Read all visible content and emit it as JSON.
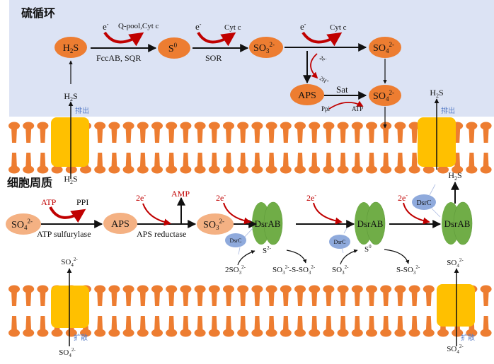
{
  "colors": {
    "top_panel_bg": "#dce3f4",
    "node_dark_orange": "#ed7d31",
    "node_light_orange": "#f4b183",
    "membrane": "#ed7d31",
    "transporter": "#ffc000",
    "dsrab_green": "#70ad47",
    "dsrc_blue": "#8faadc",
    "electron_red": "#c00000",
    "transport_label_blue": "#5b7fc8"
  },
  "sections": {
    "sulfur_cycle_title": "硫循环",
    "periplasm_title": "细胞周质"
  },
  "top": {
    "nodes": {
      "h2s": {
        "base": "H",
        "sub": "2",
        "tail": "S"
      },
      "s0": {
        "base": "S",
        "sup": "0"
      },
      "so3": {
        "base": "SO",
        "sub": "3",
        "sup": "2-"
      },
      "so4_a": {
        "base": "SO",
        "sub": "4",
        "sup": "2-"
      },
      "aps": {
        "base": "APS"
      },
      "so4_b": {
        "base": "SO",
        "sub": "4",
        "sup": "2-"
      }
    },
    "labels": {
      "e1": "e",
      "e1_sup": "-",
      "qpool": "Q-pool,Cyt c",
      "fccab": "FccAB, SQR",
      "e2": "e",
      "e2_sup": "-",
      "cytc2": "Cyt c",
      "sor": "SOR",
      "e3": "e",
      "e3_sup": "-",
      "cytc3": "Cyt c",
      "two_e": "2e",
      "two_e_sup": "-",
      "two_h": "2H",
      "two_h_sup": "+",
      "sat": "Sat",
      "ppi": "Ppi",
      "atp": "ATP"
    },
    "export_left": {
      "species_base": "H",
      "species_sub": "2",
      "species_tail": "S",
      "label": "排出"
    },
    "export_right": {
      "species_base": "H",
      "species_sub": "2",
      "species_tail": "S",
      "label": "排出"
    },
    "import_left": {
      "species_base": "H",
      "species_sub": "2",
      "species_tail": "S"
    }
  },
  "bottom": {
    "nodes": {
      "so4": {
        "base": "SO",
        "sub": "4",
        "sup": "2-"
      },
      "aps": {
        "base": "APS"
      },
      "so3": {
        "base": "SO",
        "sub": "3",
        "sup": "2-"
      }
    },
    "dsrab": [
      "DsrAB",
      "DsrAB",
      "DsrAB"
    ],
    "dsrc": [
      "DsrC",
      "DsrC",
      "DsrC"
    ],
    "labels": {
      "atp": "ATP",
      "ppi": "PPI",
      "atp_sulfurylase": "ATP sulfurylase",
      "two_e_1": "2e",
      "sup": "-",
      "amp": "AMP",
      "aps_reductase": "APS reductase",
      "two_e_2": "2e",
      "two_e_3": "2e",
      "two_e_4": "2e",
      "s2": "S",
      "s2_sup": "2-",
      "two_so3": "2SO",
      "two_so3_sub": "3",
      "two_so3_sup": "2-",
      "trithionate_a": "SO",
      "trithionate_a_sub": "3",
      "trithionate_a_sup": "2-",
      "trithionate_mid": "-S-SO",
      "trithionate_b_sub": "3",
      "trithionate_b_sup": "2-",
      "s0": "S",
      "s0_sup": "0",
      "so3_in": "SO",
      "so3_in_sub": "3",
      "so3_in_sup": "2-",
      "thiosulfate": "S-SO",
      "thiosulfate_sub": "3",
      "thiosulfate_sup": "2-",
      "h2s_up": "H",
      "h2s_up_sub": "2",
      "h2s_up_tail": "S"
    },
    "uptake_left": {
      "top_base": "SO",
      "top_sub": "4",
      "top_sup": "2-",
      "label": "扩散",
      "bottom_base": "SO",
      "bottom_sub": "4",
      "bottom_sup": "2-"
    },
    "uptake_right": {
      "top_base": "SO",
      "top_sub": "4",
      "top_sup": "2-",
      "label": "扩散",
      "bottom_base": "SO",
      "bottom_sub": "4",
      "bottom_sup": "2-"
    }
  }
}
